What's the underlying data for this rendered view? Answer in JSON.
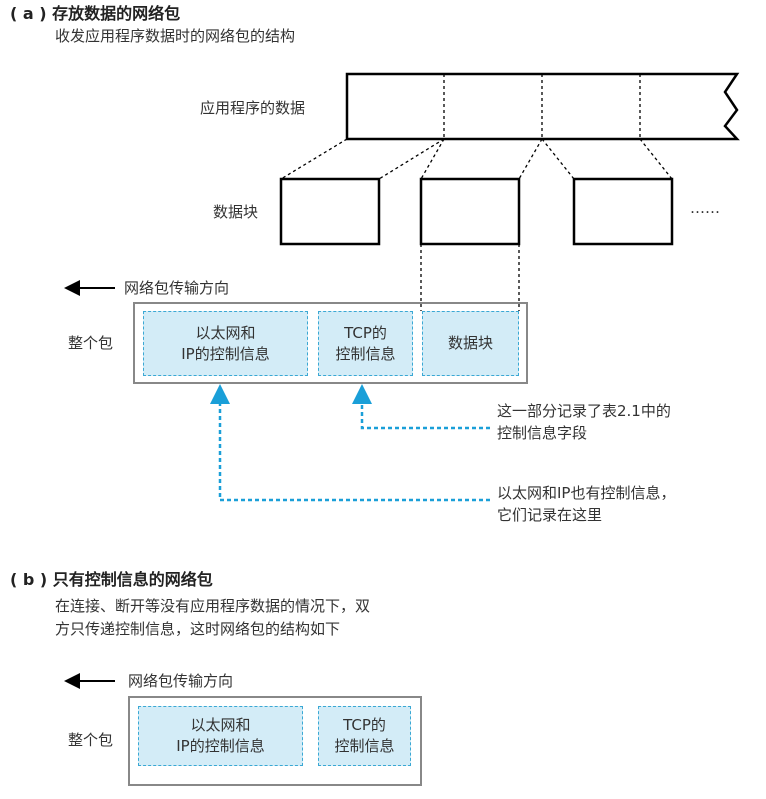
{
  "part_a": {
    "title": "( a ) 存放数据的网络包",
    "subtitle": "收发应用程序数据时的网络包的结构",
    "app_data_label": "应用程序的数据",
    "chunk_label": "数据块",
    "ellipsis": "……",
    "direction_label": "网络包传输方向",
    "whole_packet_label": "整个包",
    "cells": [
      {
        "line1": "以太网和",
        "line2": "IP的控制信息"
      },
      {
        "line1": "TCP的",
        "line2": "控制信息"
      },
      {
        "line1": "数据块",
        "line2": ""
      }
    ],
    "note1": [
      "这一部分记录了表2.1中的",
      "控制信息字段"
    ],
    "note2": [
      "以太网和IP也有控制信息，",
      "它们记录在这里"
    ]
  },
  "part_b": {
    "title": "( b ) 只有控制信息的网络包",
    "subtitle": [
      "在连接、断开等没有应用程序数据的情况下，双",
      "方只传递控制信息，这时网络包的结构如下"
    ],
    "direction_label": "网络包传输方向",
    "whole_packet_label": "整个包",
    "cells": [
      {
        "line1": "以太网和",
        "line2": "IP的控制信息"
      },
      {
        "line1": "TCP的",
        "line2": "控制信息"
      }
    ]
  },
  "colors": {
    "accent": "#1a9fd8",
    "cell_fill": "#d3ecf7"
  }
}
